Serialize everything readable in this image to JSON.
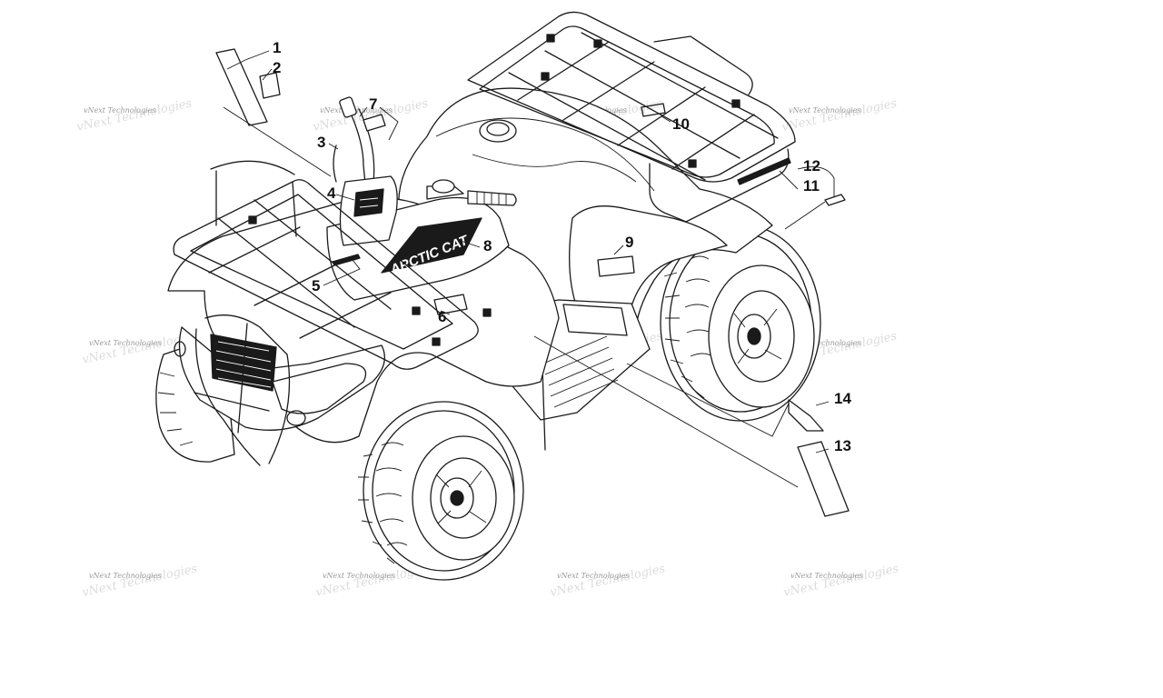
{
  "callouts": [
    {
      "id": "1",
      "label": "1"
    },
    {
      "id": "2",
      "label": "2"
    },
    {
      "id": "3",
      "label": "3"
    },
    {
      "id": "4",
      "label": "4"
    },
    {
      "id": "5",
      "label": "5"
    },
    {
      "id": "6",
      "label": "6"
    },
    {
      "id": "7",
      "label": "7"
    },
    {
      "id": "8",
      "label": "8"
    },
    {
      "id": "9",
      "label": "9"
    },
    {
      "id": "10",
      "label": "10"
    },
    {
      "id": "11",
      "label": "11"
    },
    {
      "id": "12",
      "label": "12"
    },
    {
      "id": "13",
      "label": "13"
    },
    {
      "id": "14",
      "label": "14"
    }
  ],
  "watermark": {
    "text": "vNext Technologies"
  },
  "decal": {
    "brand_text": "ARCTIC CAT"
  }
}
